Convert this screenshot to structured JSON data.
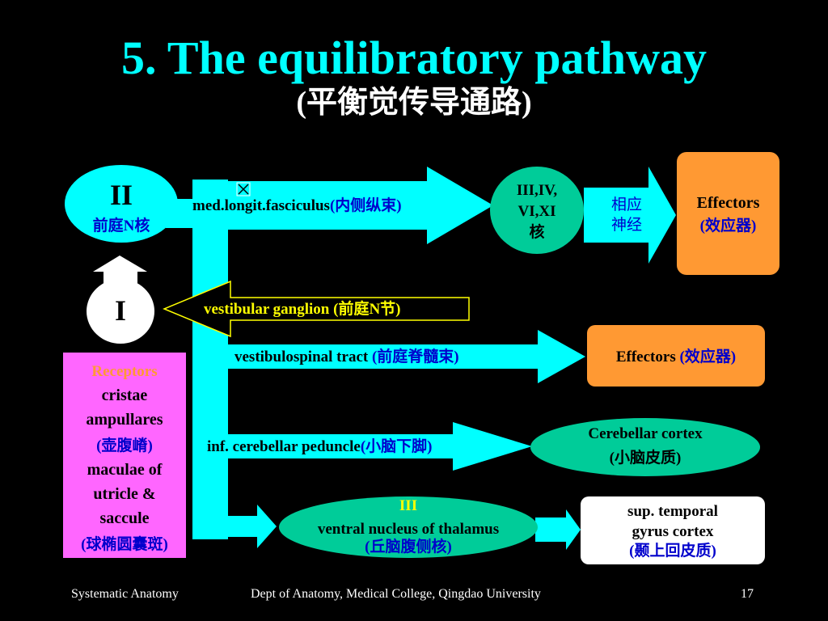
{
  "slide": {
    "title": "5.  The equilibratory pathway",
    "subtitle": "(平衡觉传导通路)"
  },
  "nodes": {
    "nucleus_ii": {
      "numeral": "II",
      "label": "前庭N核"
    },
    "neuron_i": {
      "numeral": "I"
    },
    "receptors": {
      "heading": "Receptors",
      "line1": "cristae",
      "line2": "ampullares",
      "line3": "(壶腹嵴)",
      "line4": "maculae of",
      "line5": "utricle &",
      "line6": "saccule",
      "line7": "(球椭圆囊斑)"
    },
    "cranial_nuclei": {
      "line1": "III,IV,",
      "line2": "VI,XI",
      "line3": "核"
    },
    "nerves_label": {
      "line1": "相应",
      "line2": "神经"
    },
    "effectors_top": {
      "line1": "Effectors",
      "line2": "(效应器)"
    },
    "effectors_mid": {
      "text": "Effectors",
      "cn": "(效应器)"
    },
    "cerebellar_cortex": {
      "line1": "Cerebellar cortex",
      "line2": "(小脑皮质)"
    },
    "thalamus": {
      "numeral": "III",
      "line1": "ventral nucleus of thalamus",
      "line2": "(丘脑腹侧核)"
    },
    "temporal": {
      "line1": "sup. temporal",
      "line2": "gyrus cortex",
      "line3": "(颞上回皮质)"
    }
  },
  "pathways": {
    "mlf": {
      "text": "med.longit.fasciculus",
      "cn": "(内侧纵束)"
    },
    "ganglion": {
      "text": "vestibular ganglion (前庭N节)"
    },
    "vestibulospinal": {
      "text": "vestibulospinal tract ",
      "cn": "(前庭脊髓束)"
    },
    "cerebellar_peduncle": {
      "text": "inf. cerebellar peduncle",
      "cn": "(小脑下脚)"
    }
  },
  "footer": {
    "left": "Systematic Anatomy",
    "center": "Dept of Anatomy, Medical College, Qingdao University",
    "page": "17"
  },
  "colors": {
    "title": "#00ffff",
    "arrow_fill": "#00ffff",
    "node_green": "#00cc99",
    "effector_orange": "#ff9933",
    "receptor_pink": "#ff66ff",
    "receptor_heading": "#ff9933",
    "chinese_blue": "#0000cc",
    "ganglion_text": "#ffff00"
  }
}
